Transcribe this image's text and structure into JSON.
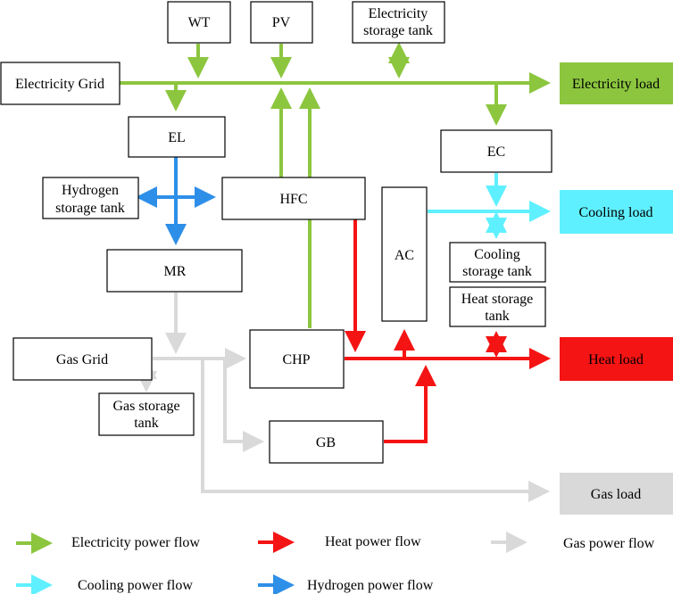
{
  "colors": {
    "electricity": "#8cc63f",
    "heat": "#f51414",
    "gas": "#d9d9d9",
    "cooling": "#5ff0ff",
    "hydrogen": "#2e8fe8"
  },
  "nodes": {
    "wt": "WT",
    "pv": "PV",
    "est": [
      "Electricity",
      "storage tank"
    ],
    "grid": "Electricity Grid",
    "el": "EL",
    "hst": [
      "Hydrogen",
      "storage tank"
    ],
    "hfc": "HFC",
    "ec": "EC",
    "ac": "AC",
    "mr": "MR",
    "cst": [
      "Cooling",
      "storage tank"
    ],
    "thst": [
      "Heat storage",
      "tank"
    ],
    "gasgrid": "Gas Grid",
    "gst": [
      "Gas storage",
      "tank"
    ],
    "chp": "CHP",
    "gb": "GB"
  },
  "loads": {
    "electricity": "Electricity load",
    "cooling": "Cooling load",
    "heat": "Heat load",
    "gas": "Gas load"
  },
  "legend": {
    "electricity": "Electricity power flow",
    "heat": "Heat power flow",
    "gas": "Gas power flow",
    "cooling": "Cooling power flow",
    "hydrogen": "Hydrogen power flow"
  }
}
